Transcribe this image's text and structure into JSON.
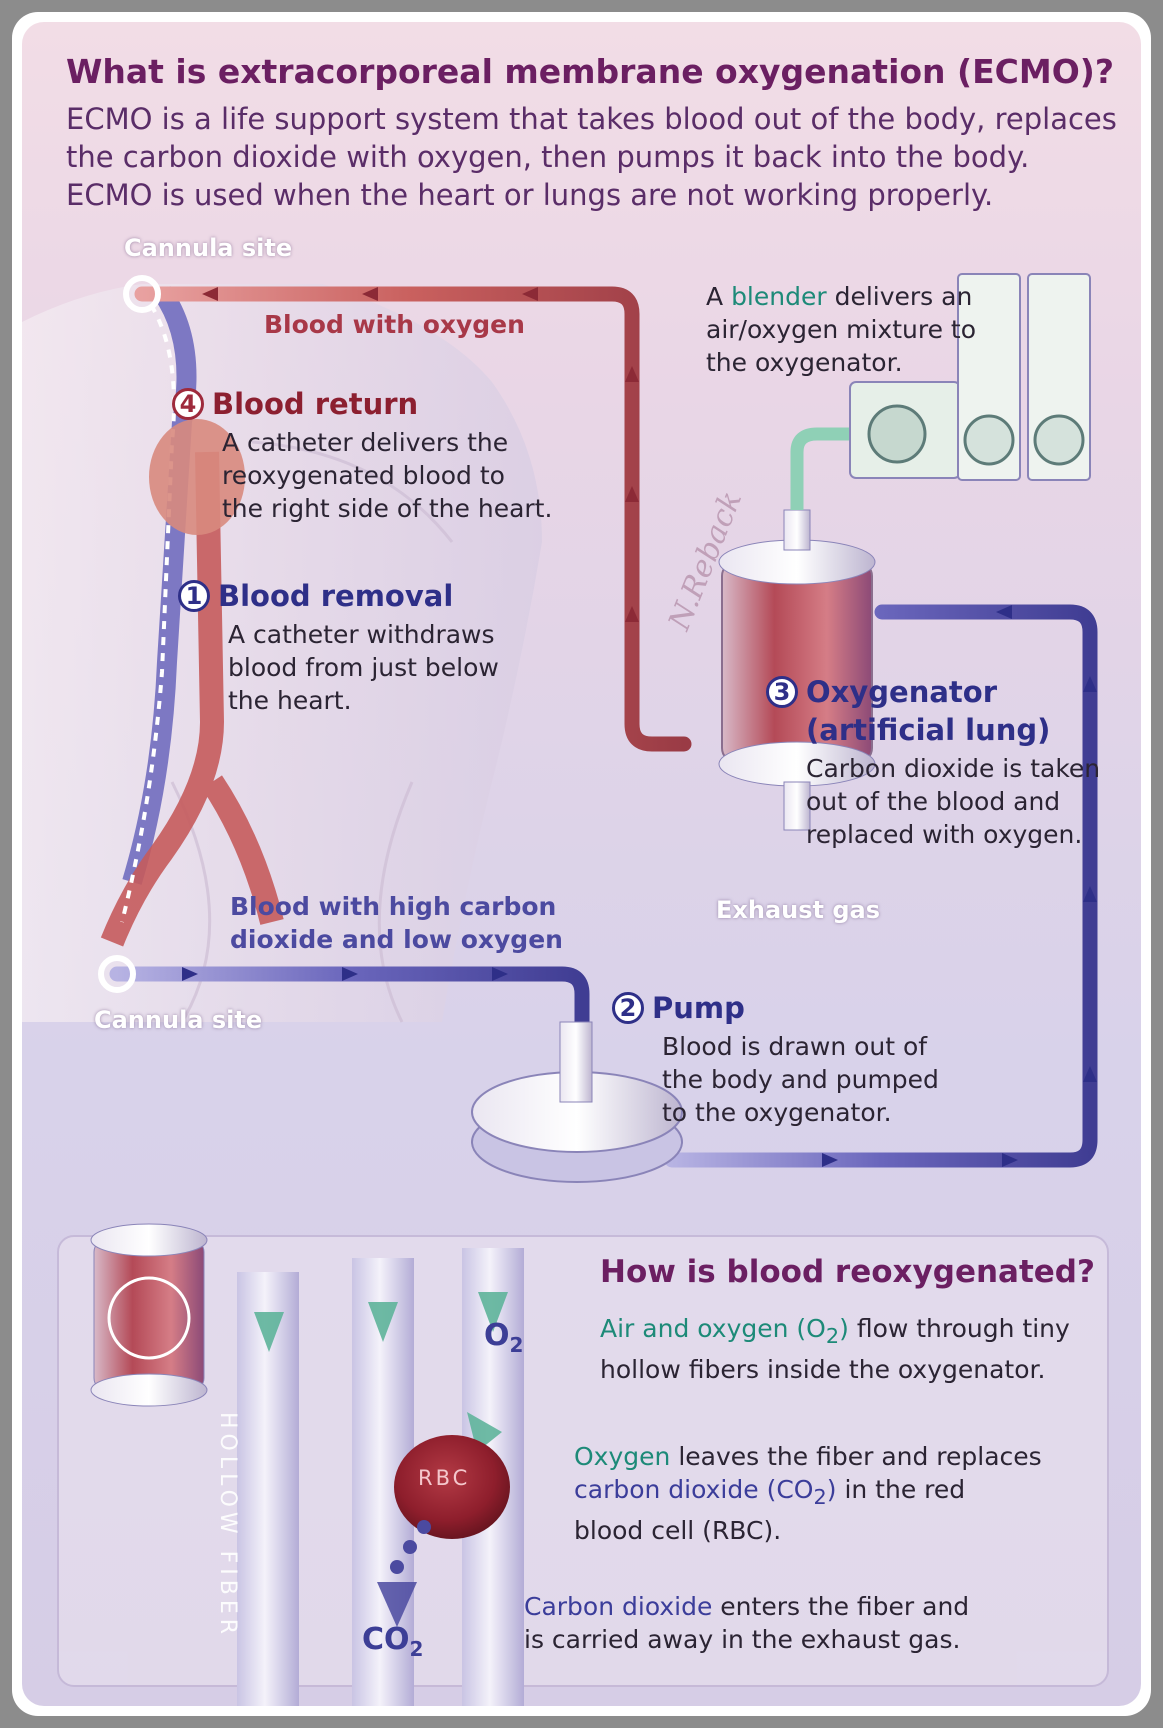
{
  "title": "What is extracorporeal membrane oxygenation (ECMO)?",
  "intro": [
    "ECMO is a life support system that takes blood out of the body, replaces",
    "the carbon dioxide with oxygen, then pumps it back into the body.",
    "ECMO is used when the heart or lungs are not working properly."
  ],
  "labels": {
    "cannula_top": "Cannula site",
    "cannula_bottom": "Cannula site",
    "blood_with_oxygen": "Blood with oxygen",
    "blood_high_co2": "Blood with high carbon dioxide and low oxygen",
    "exhaust_gas": "Exhaust gas",
    "signature": "N.Reback"
  },
  "blender": {
    "pre": "A ",
    "keyword": "blender",
    "post": " delivers an",
    "line2": "air/oxygen mixture to",
    "line3": "the oxygenator."
  },
  "steps": {
    "return": {
      "number": "4",
      "title": "Blood return",
      "lines": [
        "A catheter delivers the",
        "reoxygenated blood to",
        "the right side of the heart."
      ]
    },
    "removal": {
      "number": "1",
      "title": "Blood removal",
      "lines": [
        "A catheter withdraws",
        "blood from just below",
        "the heart."
      ]
    },
    "oxygenator": {
      "number": "3",
      "title_line1": "Oxygenator",
      "title_line2": "(artificial lung)",
      "lines": [
        "Carbon dioxide is taken",
        "out of the blood and",
        "replaced with oxygen."
      ]
    },
    "pump": {
      "number": "2",
      "title": "Pump",
      "lines": [
        "Blood is drawn out of",
        "the body and pumped",
        "to the oxygenator."
      ]
    }
  },
  "reox": {
    "title": "How is blood reoxygenated?",
    "p1_keyword": "Air and oxygen (O",
    "p1_sub": "2",
    "p1_keyword_end": ")",
    "p1_rest": " flow through tiny",
    "p1_line2": "hollow fibers inside the oxygenator.",
    "p2_keyword": "Oxygen",
    "p2_rest": " leaves the fiber and replaces",
    "p2_keyword2": "carbon dioxide (CO",
    "p2_sub": "2",
    "p2_keyword2_end": ")",
    "p2_rest2": " in the red",
    "p2_line3": "blood cell (RBC).",
    "p3_keyword": "Carbon dioxide",
    "p3_rest": " enters the fiber and",
    "p3_line2": "is carried away in the exhaust gas.",
    "fiber_label": "HOLLOW FIBER",
    "rbc": "RBC",
    "o2": "O",
    "o2_sub": "2",
    "co2": "CO",
    "co2_sub": "2"
  },
  "colors": {
    "title": "#6b1f62",
    "oxygenated": "#c9605e",
    "deoxygenated": "#5a57b0",
    "teal": "#1d8a78",
    "navy": "#3b3d9a"
  }
}
